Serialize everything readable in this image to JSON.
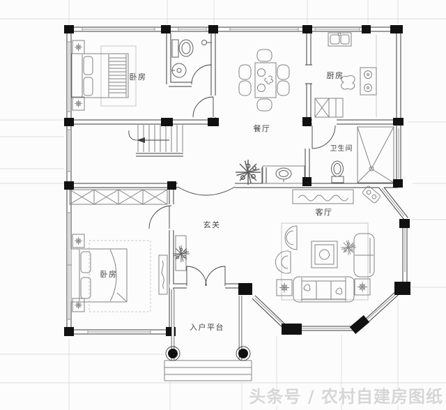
{
  "colors": {
    "bg": "#fcfcfc",
    "wall": "#3d3d3d",
    "column": "#111111",
    "furniture": "#828282",
    "light": "#c3c3c3",
    "grid": "#dcdcdc",
    "window": "#9a9a9a",
    "label": "#424242",
    "watermark": "#d6d6d6",
    "watermark_shadow": "#ffffff"
  },
  "rooms": {
    "bedroom_top": {
      "label": "卧房"
    },
    "bedroom_bottom": {
      "label": "卧房"
    },
    "dining_room": {
      "label": "餐厅"
    },
    "kitchen": {
      "label": "厨房"
    },
    "bathroom": {
      "label": "卫生间"
    },
    "foyer": {
      "label": "玄关"
    },
    "living_room": {
      "label": "客厅"
    },
    "entry_platform": {
      "label": "入户平台"
    }
  },
  "watermark": {
    "text": "头条号 / 农村自建房图纸"
  }
}
